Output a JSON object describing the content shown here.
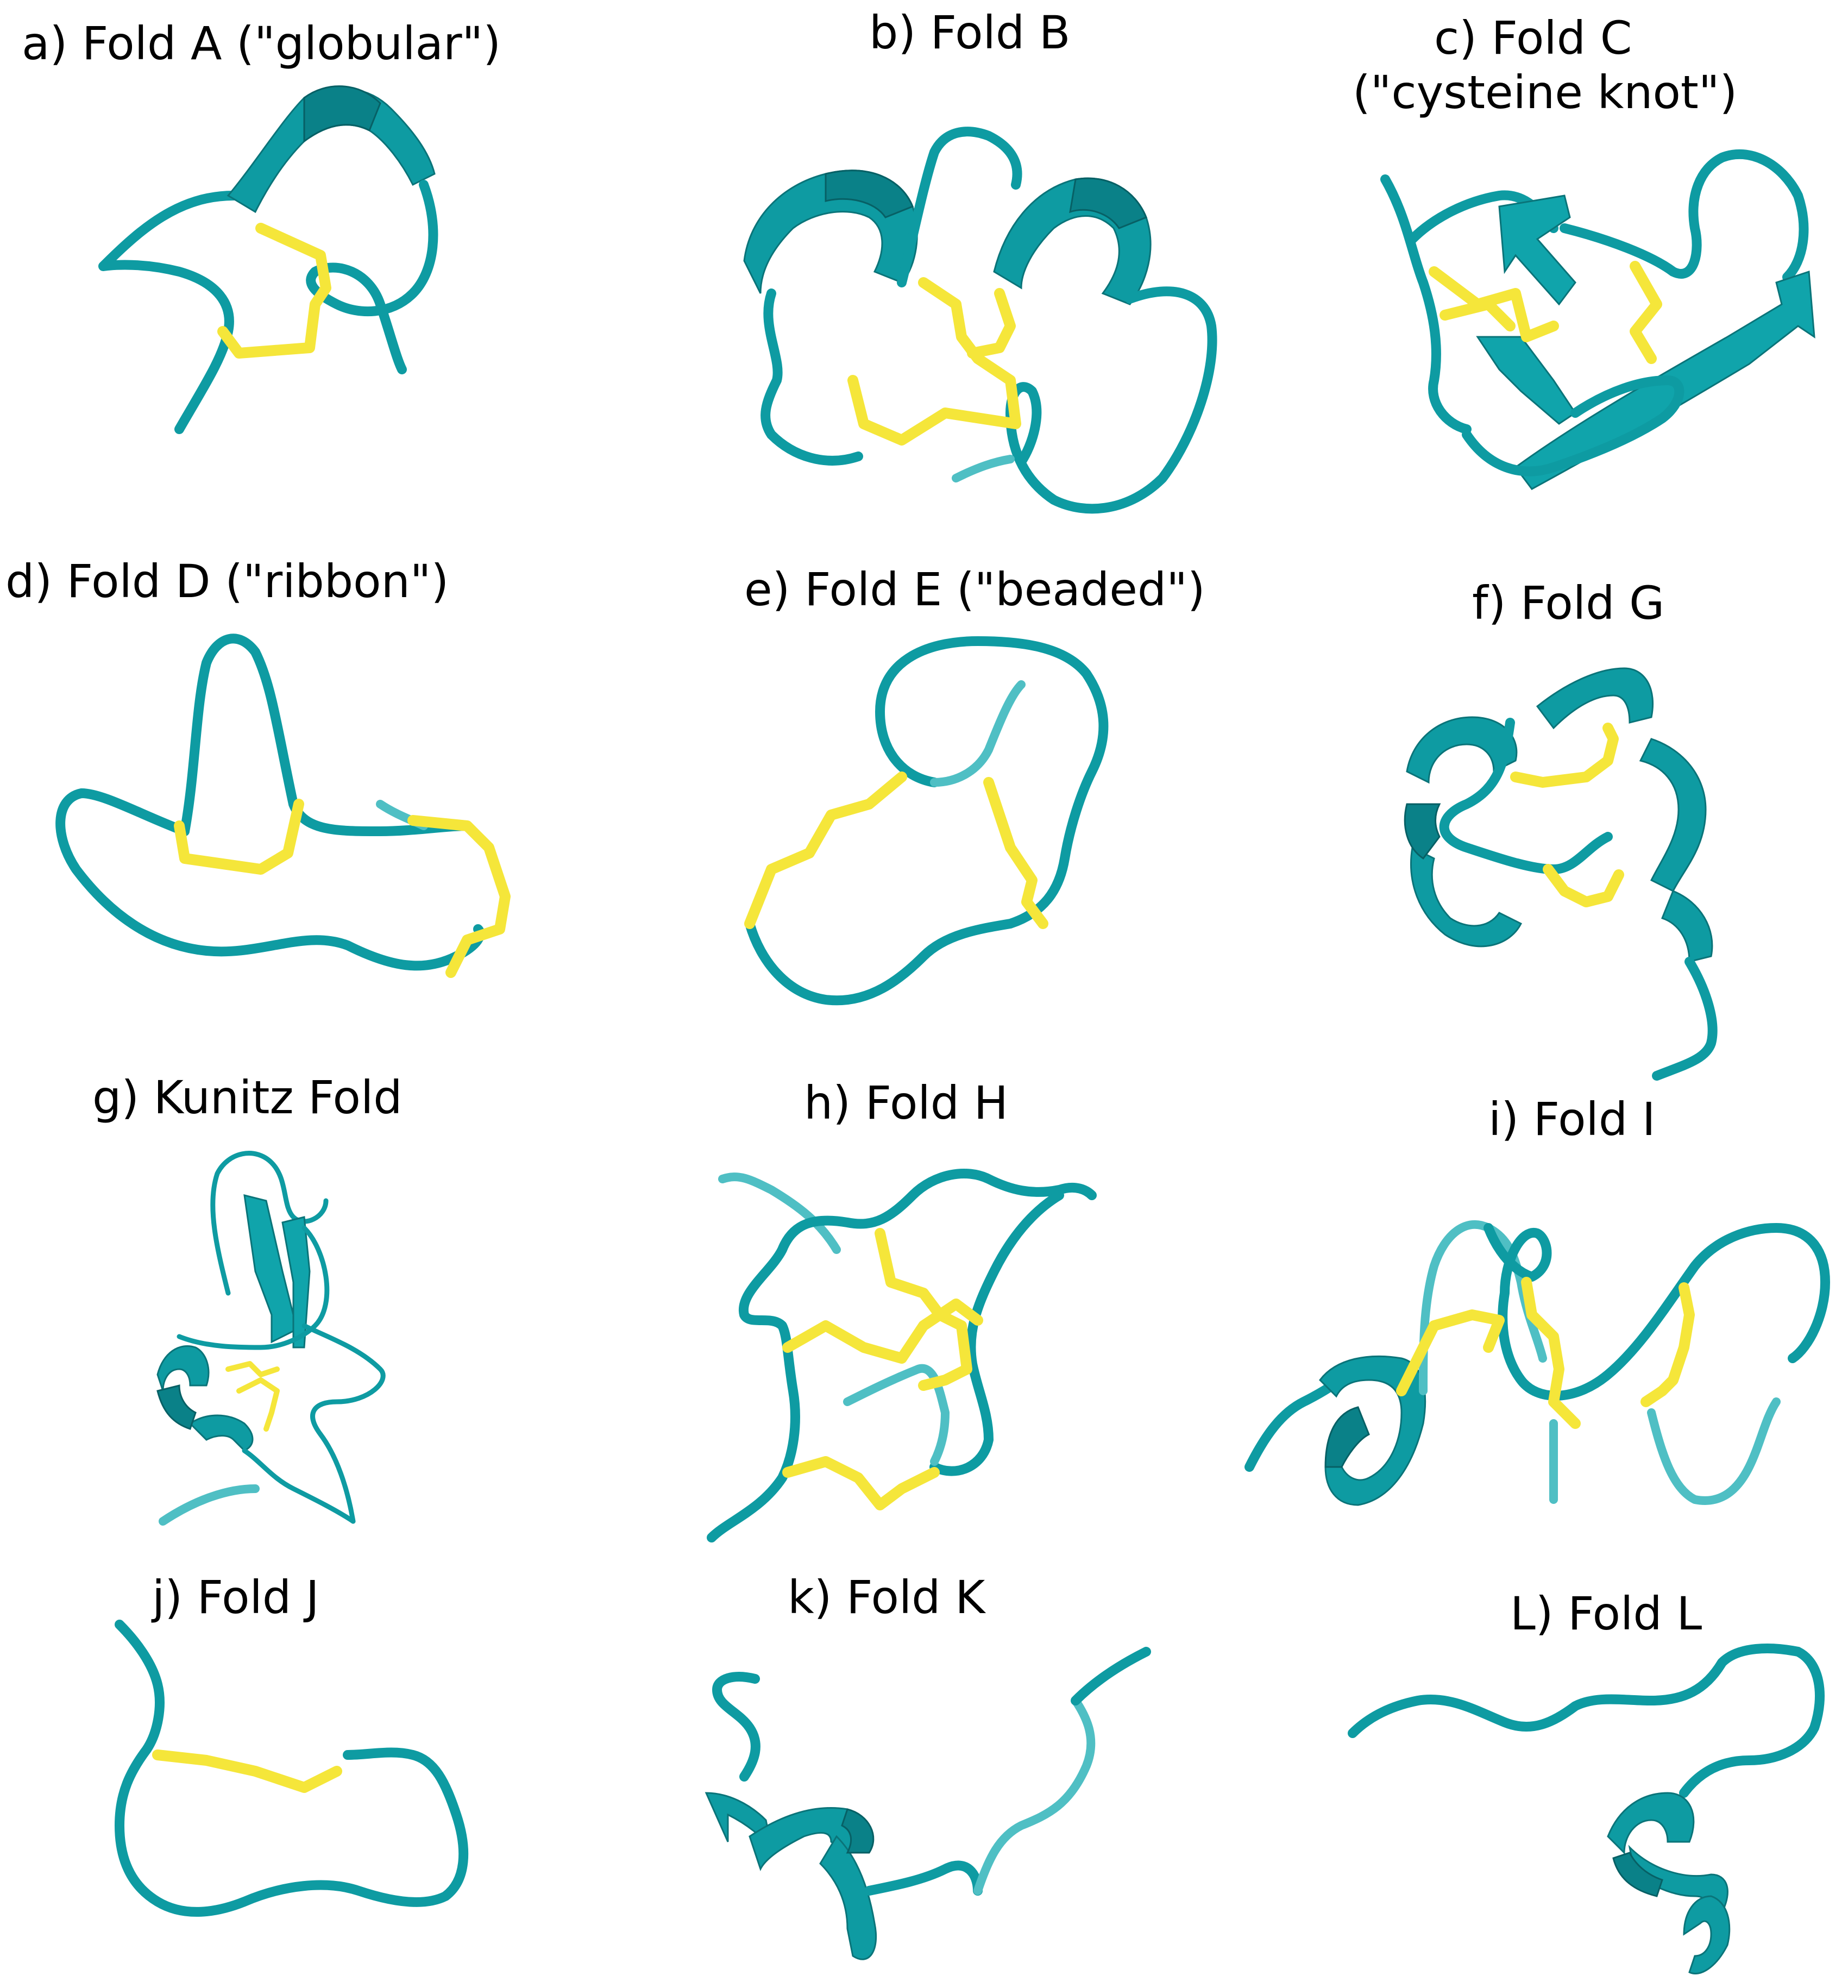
{
  "figure": {
    "colors": {
      "backbone": "#0e9ba2",
      "backbone_dark": "#0a7479",
      "disulfide": "#f5e63a",
      "disulfide_dark": "#c8b81e",
      "background": "#ffffff"
    },
    "panels": [
      {
        "id": "a",
        "title": "a) Fold A (\"globular\")"
      },
      {
        "id": "b",
        "title": "b) Fold B"
      },
      {
        "id": "c",
        "title": "c)  Fold C",
        "subtitle": "(\"cysteine knot\")"
      },
      {
        "id": "d",
        "title": "d) Fold D (\"ribbon\")"
      },
      {
        "id": "e",
        "title": "e) Fold E (\"beaded\")"
      },
      {
        "id": "f",
        "title": "f) Fold G"
      },
      {
        "id": "g",
        "title": "g) Kunitz Fold"
      },
      {
        "id": "h",
        "title": "h) Fold H"
      },
      {
        "id": "i",
        "title": "i) Fold I"
      },
      {
        "id": "j",
        "title": "j) Fold J"
      },
      {
        "id": "k",
        "title": "k) Fold K"
      },
      {
        "id": "l",
        "title": "L) Fold L"
      }
    ]
  }
}
